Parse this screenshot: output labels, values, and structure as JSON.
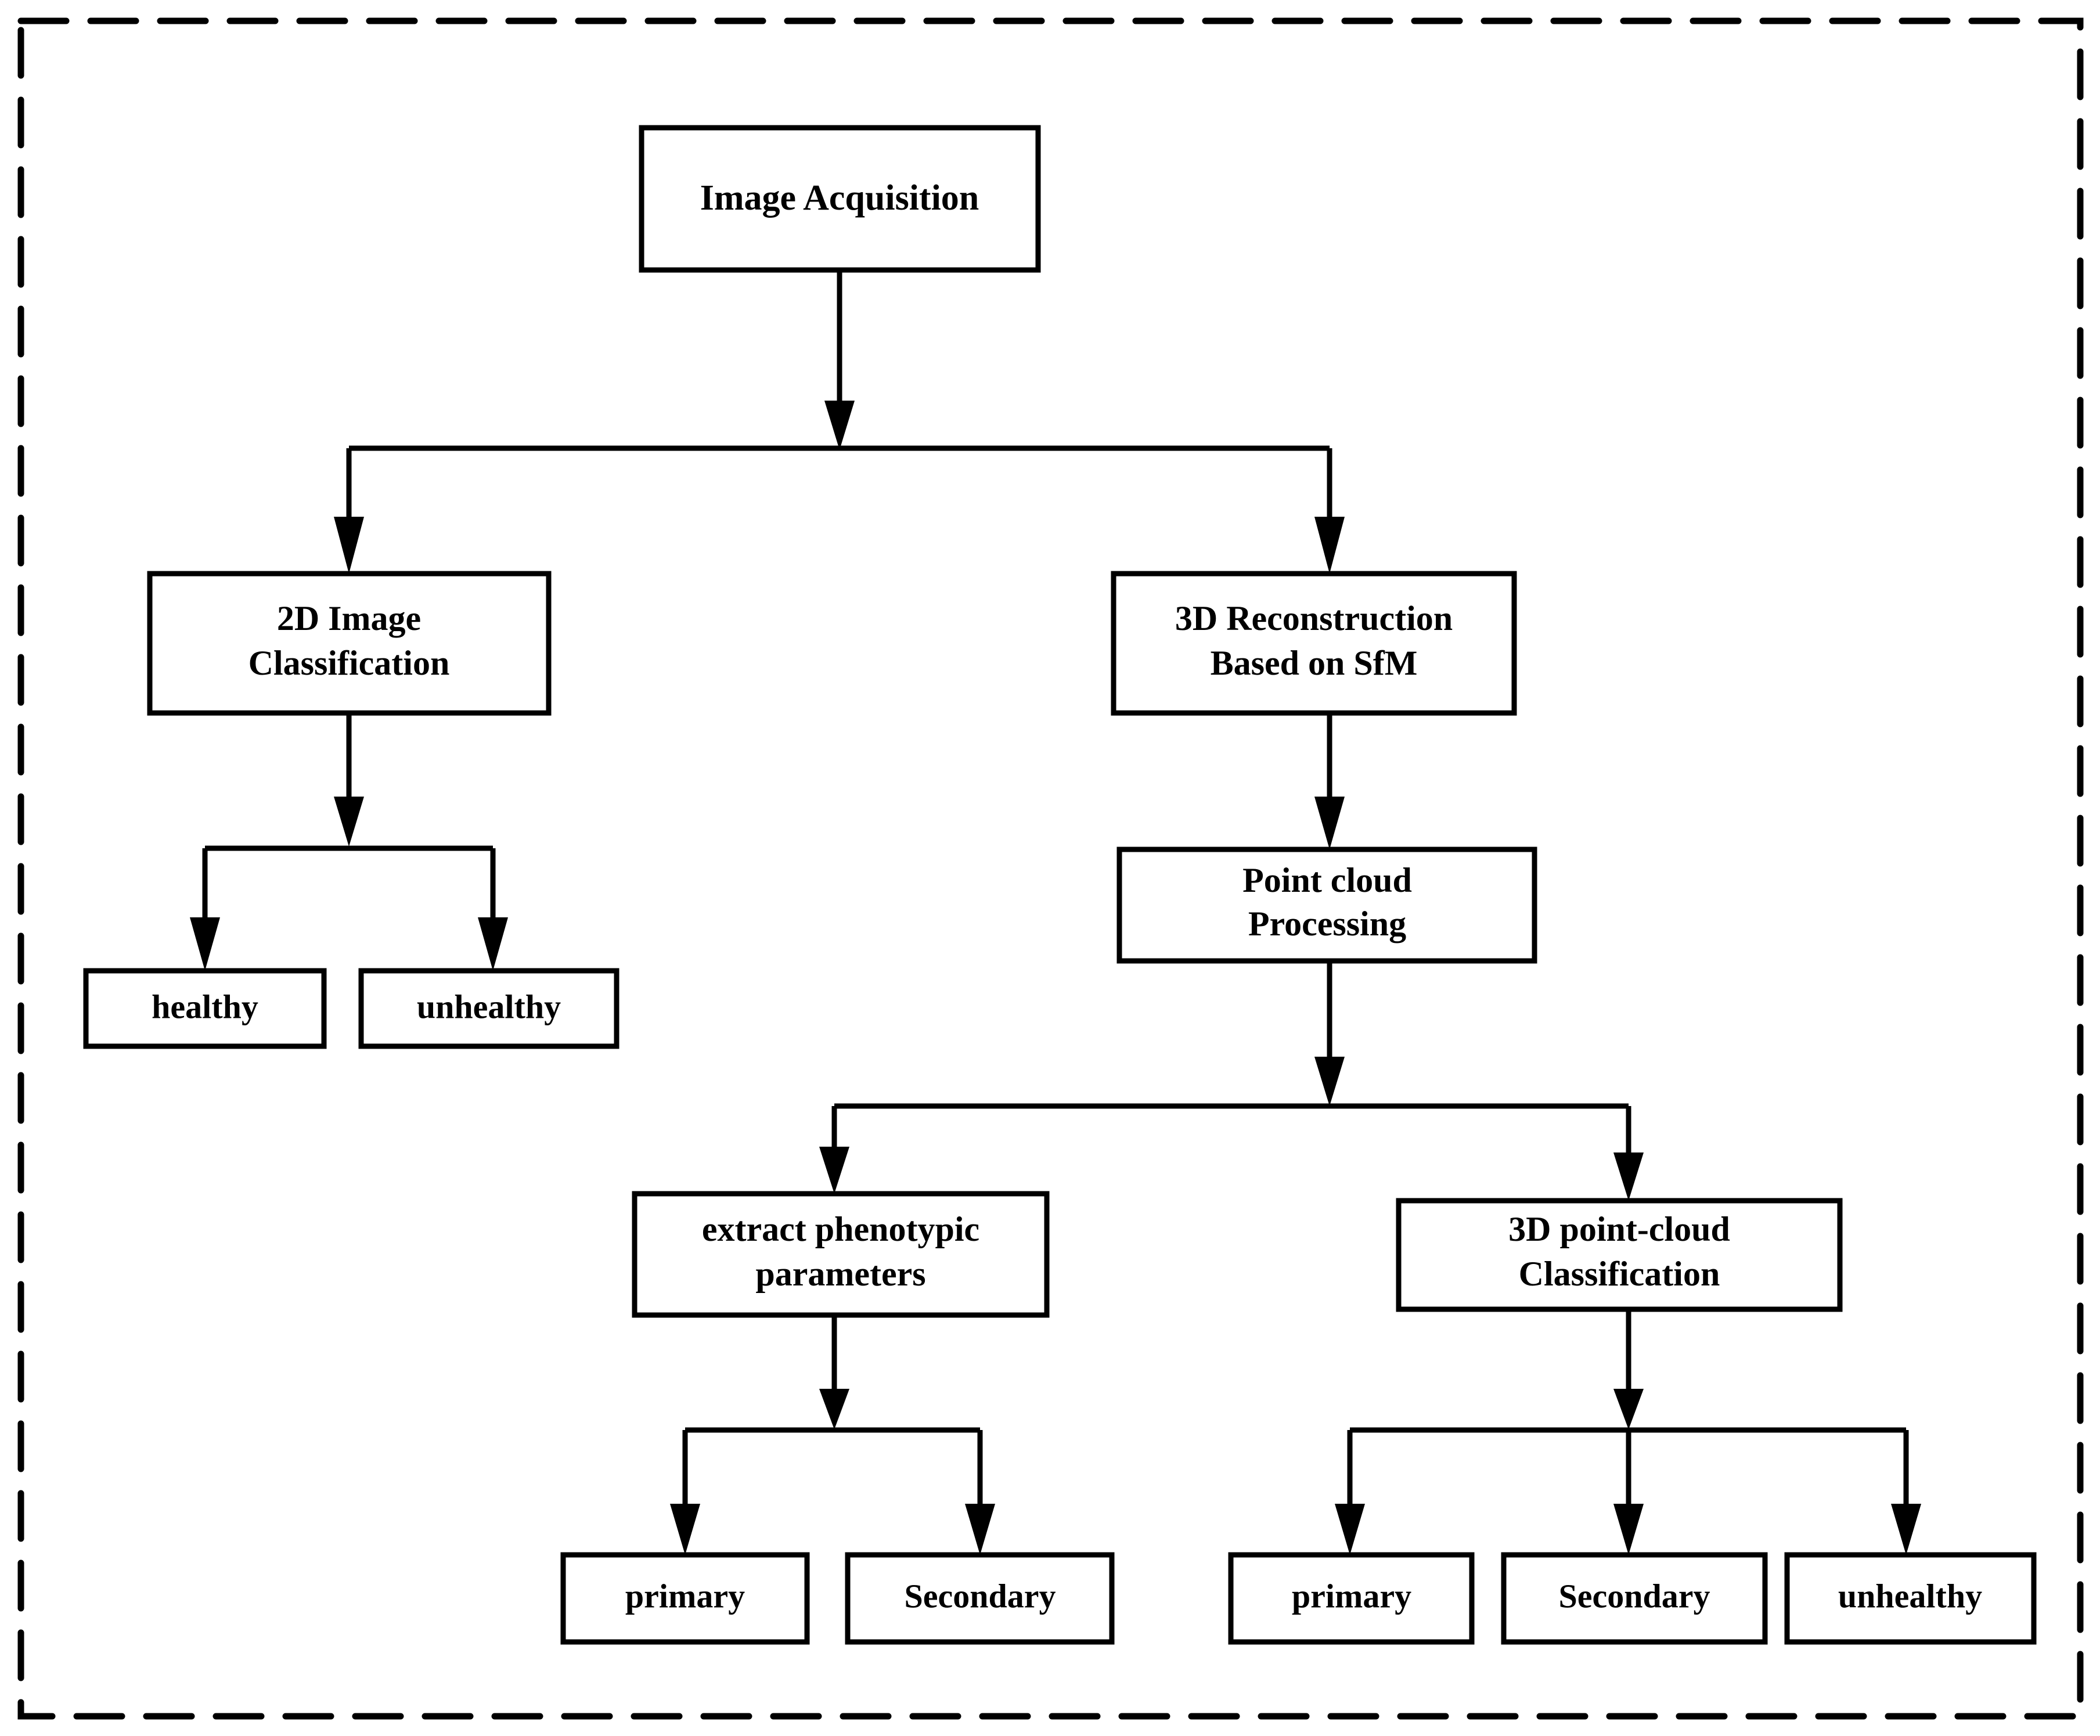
{
  "diagram": {
    "title": "Plant phenotyping analysis pipeline flowchart",
    "frame": {
      "style": "dashed",
      "color": "#000000"
    },
    "palette": {
      "line": "#000000",
      "box_fill": "#ffffff",
      "background": "#ffffff"
    },
    "nodes": [
      {
        "id": "image-acquisition",
        "label": "Image Acquisition",
        "lines": [
          "Image Acquisition"
        ]
      },
      {
        "id": "2d-image-classification",
        "label": "2D Image Classification",
        "lines": [
          "2D Image",
          "Classification"
        ]
      },
      {
        "id": "3d-reconstruction-sfm",
        "label": "3D Reconstruction Based on SfM",
        "lines": [
          "3D Reconstruction",
          "Based on SfM"
        ]
      },
      {
        "id": "healthy",
        "label": "healthy",
        "lines": [
          "healthy"
        ]
      },
      {
        "id": "unhealthy",
        "label": "unhealthy",
        "lines": [
          "unhealthy"
        ]
      },
      {
        "id": "point-cloud-processing",
        "label": "Point cloud Processing",
        "lines": [
          "Point cloud",
          "Processing"
        ]
      },
      {
        "id": "extract-phenotypic-parameters",
        "label": "extract phenotypic parameters",
        "lines": [
          "extract phenotypic",
          "parameters"
        ]
      },
      {
        "id": "3d-point-cloud-classification",
        "label": "3D point-cloud Classification",
        "lines": [
          "3D point-cloud",
          "Classification"
        ]
      },
      {
        "id": "pheno-primary",
        "label": "primary",
        "lines": [
          "primary"
        ]
      },
      {
        "id": "pheno-secondary",
        "label": "Secondary",
        "lines": [
          "Secondary"
        ]
      },
      {
        "id": "cls-primary",
        "label": "primary",
        "lines": [
          "primary"
        ]
      },
      {
        "id": "cls-secondary",
        "label": "Secondary",
        "lines": [
          "Secondary"
        ]
      },
      {
        "id": "cls-unhealthy",
        "label": "unhealthy",
        "lines": [
          "unhealthy"
        ]
      }
    ],
    "edges": [
      {
        "from": "image-acquisition",
        "to": "2d-image-classification"
      },
      {
        "from": "image-acquisition",
        "to": "3d-reconstruction-sfm"
      },
      {
        "from": "2d-image-classification",
        "to": "healthy"
      },
      {
        "from": "2d-image-classification",
        "to": "unhealthy"
      },
      {
        "from": "3d-reconstruction-sfm",
        "to": "point-cloud-processing"
      },
      {
        "from": "point-cloud-processing",
        "to": "extract-phenotypic-parameters"
      },
      {
        "from": "point-cloud-processing",
        "to": "3d-point-cloud-classification"
      },
      {
        "from": "extract-phenotypic-parameters",
        "to": "pheno-primary"
      },
      {
        "from": "extract-phenotypic-parameters",
        "to": "pheno-secondary"
      },
      {
        "from": "3d-point-cloud-classification",
        "to": "cls-primary"
      },
      {
        "from": "3d-point-cloud-classification",
        "to": "cls-secondary"
      },
      {
        "from": "3d-point-cloud-classification",
        "to": "cls-unhealthy"
      }
    ]
  }
}
